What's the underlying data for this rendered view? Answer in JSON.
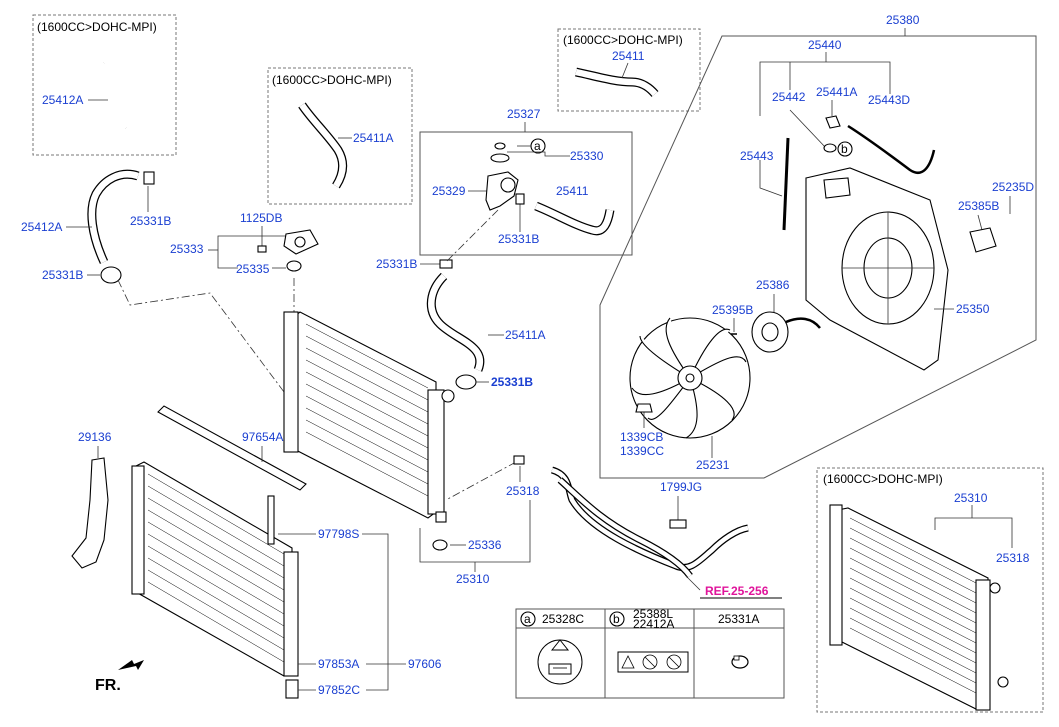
{
  "engine_note": "(1600CC>DOHC-MPI)",
  "front_label": "FR.",
  "ref_label": "REF.25-256",
  "labels": {
    "p25412A_a": "25412A",
    "p25412A_b": "25412A",
    "p25331B_a": "25331B",
    "p25331B_b": "25331B",
    "p25331B_c": "25331B",
    "p25331B_d": "25331B",
    "p25331B_e": "25331B",
    "p1125DB": "1125DB",
    "p25333": "25333",
    "p25335": "25335",
    "p25411A_a": "25411A",
    "p25411A_b": "25411A",
    "p25327": "25327",
    "p25330": "25330",
    "p25329": "25329",
    "p25411_a": "25411",
    "p25411_b": "25411",
    "p25380": "25380",
    "p25440": "25440",
    "p25442": "25442",
    "p25441A": "25441A",
    "p25443D": "25443D",
    "p25443": "25443",
    "p25235D": "25235D",
    "p25385B": "25385B",
    "p25386": "25386",
    "p25395B": "25395B",
    "p25350": "25350",
    "p1339CB": "1339CB",
    "p1339CC": "1339CC",
    "p25231": "25231",
    "p29136": "29136",
    "p97654A": "97654A",
    "p25318_a": "25318",
    "p25318_b": "25318",
    "p1799JG": "1799JG",
    "p25336": "25336",
    "p25310_a": "25310",
    "p25310_b": "25310",
    "p97798S": "97798S",
    "p97853A": "97853A",
    "p97606": "97606",
    "p97852C": "97852C"
  },
  "callouts": {
    "a": "a",
    "b": "b"
  },
  "legend_table": {
    "cells": [
      {
        "letter": "a",
        "part": "25328C"
      },
      {
        "letter": "b",
        "part": "25388L",
        "part2": "22412A"
      },
      {
        "letter": "",
        "part": "25331A"
      }
    ]
  }
}
